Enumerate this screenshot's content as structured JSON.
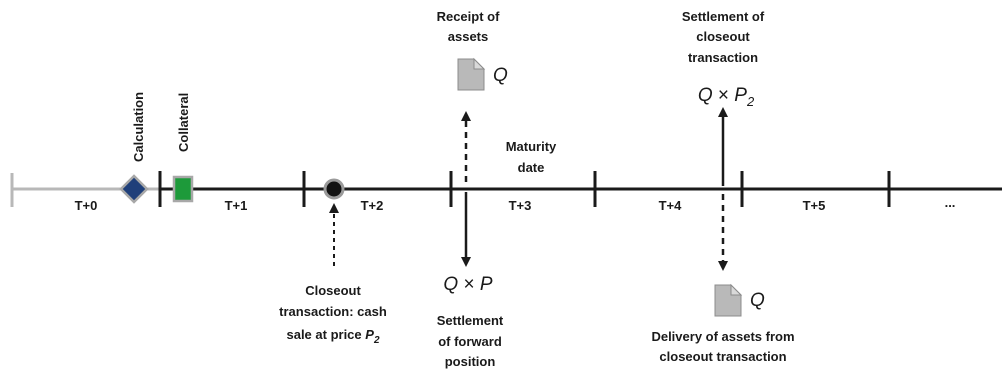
{
  "segments": [
    {
      "label": "T+0",
      "color": "#b8b8b8"
    },
    {
      "label": "T+1",
      "color": "#1a1a1a"
    },
    {
      "label": "T+2",
      "color": "#1a1a1a"
    },
    {
      "label": "T+3",
      "color": "#1a1a1a"
    },
    {
      "label": "T+4",
      "color": "#1a1a1a"
    },
    {
      "label": "T+5",
      "color": "#1a1a1a"
    },
    {
      "label": "...",
      "color": "#1a1a1a"
    }
  ],
  "markers": {
    "calculation": {
      "label": "Calculation",
      "color": "#1f3f7a"
    },
    "collateral": {
      "label": "Collateral",
      "color": "#1d9a3a"
    }
  },
  "events": {
    "receipt": {
      "lines": [
        "Receipt of",
        "assets"
      ],
      "qty": "Q"
    },
    "maturity": {
      "lines": [
        "Maturity",
        "date"
      ]
    },
    "settlement_closeout": {
      "lines": [
        "Settlement of",
        "closeout",
        "transaction"
      ],
      "formula": {
        "base": "Q",
        "op": "×",
        "var": "P",
        "sub": "2"
      }
    },
    "settlement_forward": {
      "formula": {
        "base": "Q",
        "op": "×",
        "var": "P"
      },
      "lines": [
        "Settlement",
        "of forward",
        "position"
      ]
    },
    "closeout_transaction": {
      "lines": [
        "Closeout",
        "transaction: cash",
        "sale at price"
      ],
      "price_var": "P",
      "price_sub": "2"
    },
    "delivery": {
      "qty": "Q",
      "lines": [
        "Delivery of assets from",
        "closeout transaction"
      ]
    }
  },
  "colors": {
    "doc_icon": "#b9b9b9",
    "doc_icon_fold": "#d9d9d9",
    "line": "#1a1a1a",
    "muted_line": "#b8b8b8"
  }
}
